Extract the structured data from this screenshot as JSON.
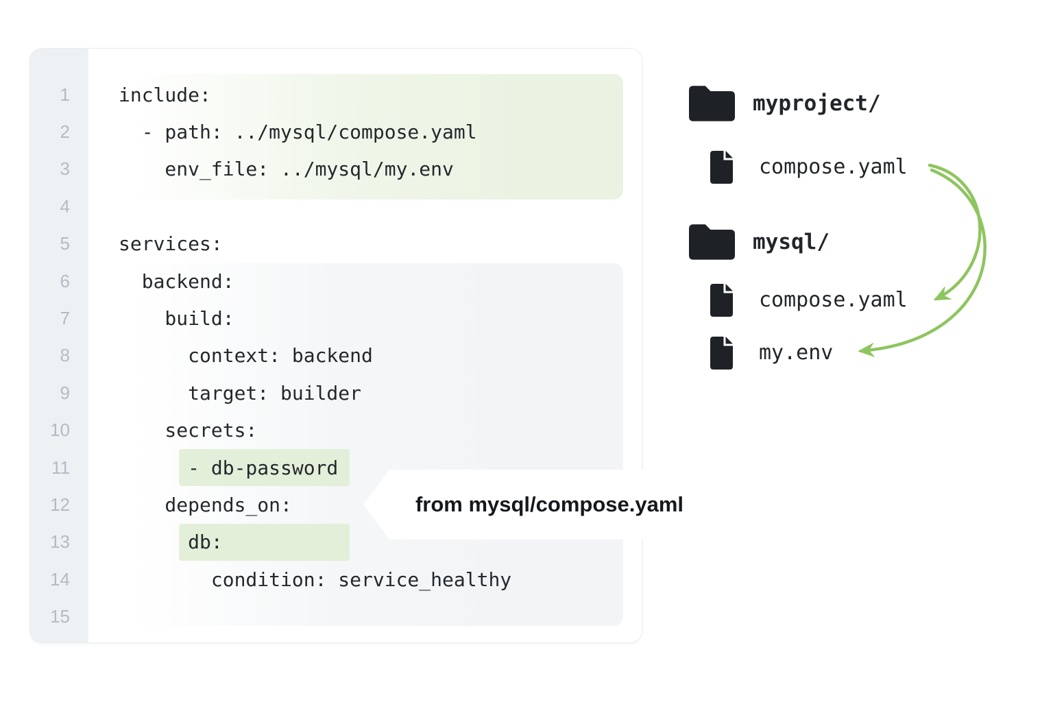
{
  "code_panel": {
    "lines": [
      {
        "num": "1",
        "text": "include:"
      },
      {
        "num": "2",
        "text": "  - path: ../mysql/compose.yaml"
      },
      {
        "num": "3",
        "text": "    env_file: ../mysql/my.env"
      },
      {
        "num": "4",
        "text": ""
      },
      {
        "num": "5",
        "text": "services:"
      },
      {
        "num": "6",
        "text": "  backend:"
      },
      {
        "num": "7",
        "text": "    build:"
      },
      {
        "num": "8",
        "text": "      context: backend"
      },
      {
        "num": "9",
        "text": "      target: builder"
      },
      {
        "num": "10",
        "text": "    secrets:"
      },
      {
        "num": "11",
        "text": "      - db-password"
      },
      {
        "num": "12",
        "text": "    depends_on:"
      },
      {
        "num": "13",
        "text": "      db:"
      },
      {
        "num": "14",
        "text": "        condition: service_healthy"
      },
      {
        "num": "15",
        "text": ""
      }
    ],
    "highlighted_lines": [
      1,
      2,
      3,
      11,
      13
    ]
  },
  "callout": {
    "label": "from mysql/compose.yaml"
  },
  "file_tree": {
    "items": [
      {
        "kind": "folder",
        "label": "myproject/"
      },
      {
        "kind": "file",
        "label": "compose.yaml"
      },
      {
        "kind": "folder",
        "label": "mysql/"
      },
      {
        "kind": "file",
        "label": "compose.yaml"
      },
      {
        "kind": "file",
        "label": "my.env"
      }
    ]
  },
  "colors": {
    "arrow_green": "#8dc55e",
    "inline_highlight_green": "#e4efd9",
    "block_green": "#eaf3e2",
    "block_gray": "#f2f4f6",
    "gutter_bg": "#eef1f4",
    "line_number_gray": "#b3bbc4",
    "code_text": "#24282c",
    "icon_black": "#1e2125"
  }
}
